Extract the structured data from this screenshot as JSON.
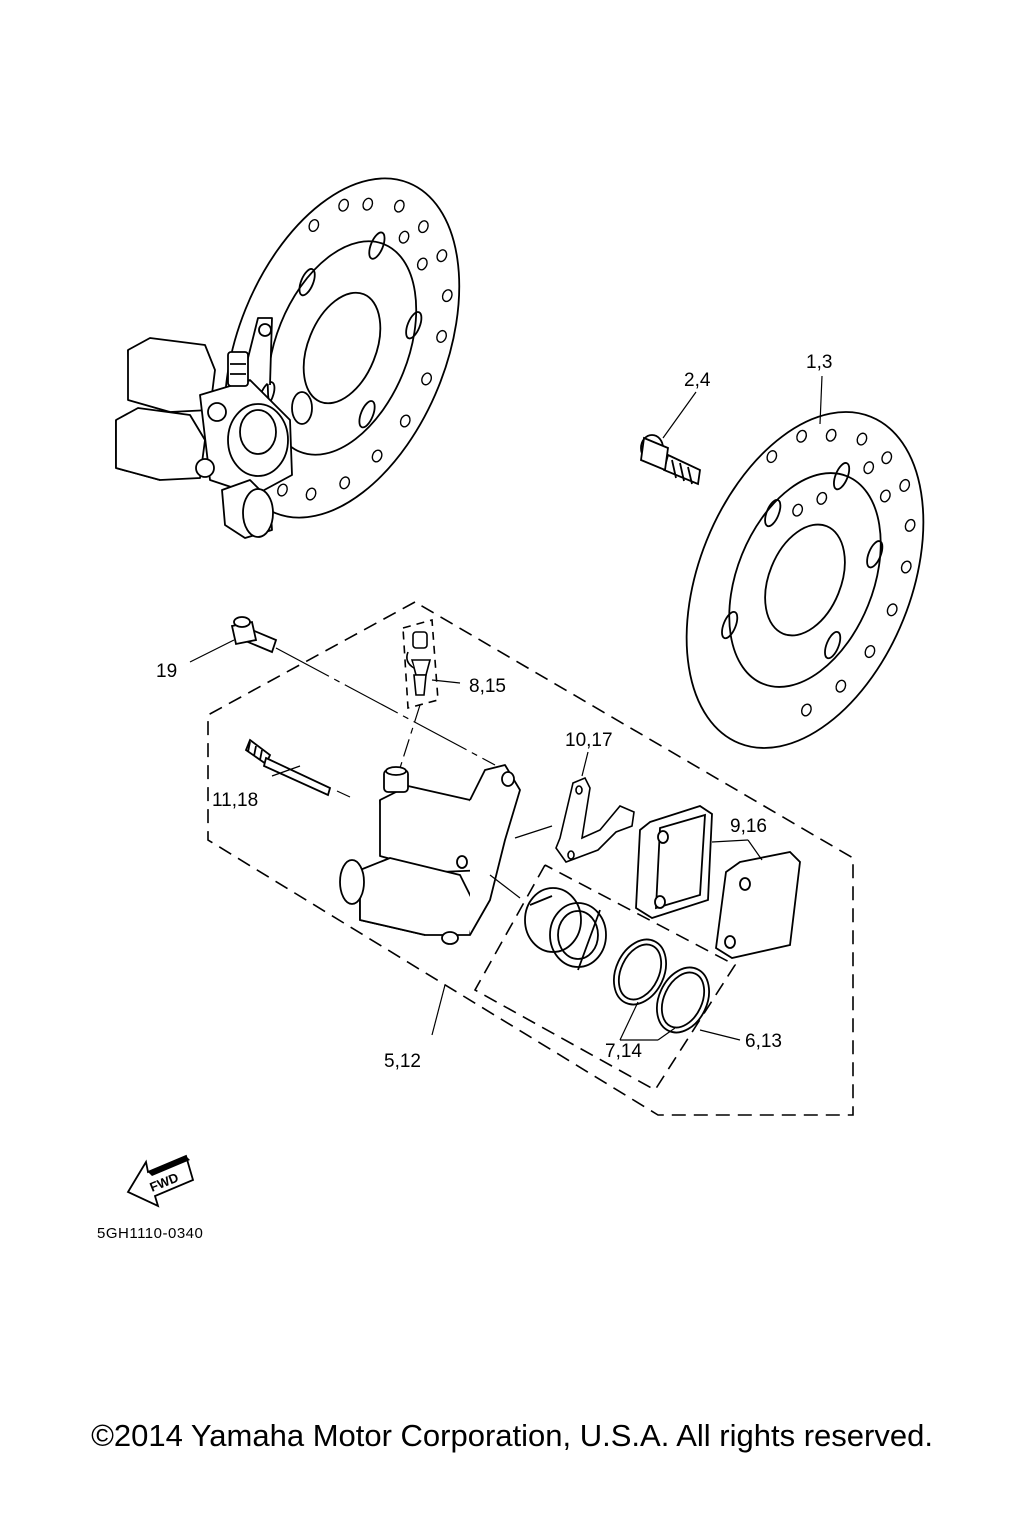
{
  "callouts": {
    "c_1_3": "1,3",
    "c_2_4": "2,4",
    "c_19": "19",
    "c_8_15": "8,15",
    "c_10_17": "10,17",
    "c_11_18": "11,18",
    "c_9_16": "9,16",
    "c_5_12": "5,12",
    "c_7_14": "7,14",
    "c_6_13": "6,13"
  },
  "fwd_arrow": {
    "label": "FWD",
    "icon": "fwd-arrow-icon"
  },
  "diagram_code": "5GH1110-0340",
  "copyright": "©2014 Yamaha Motor Corporation, U.S.A. All rights reserved."
}
